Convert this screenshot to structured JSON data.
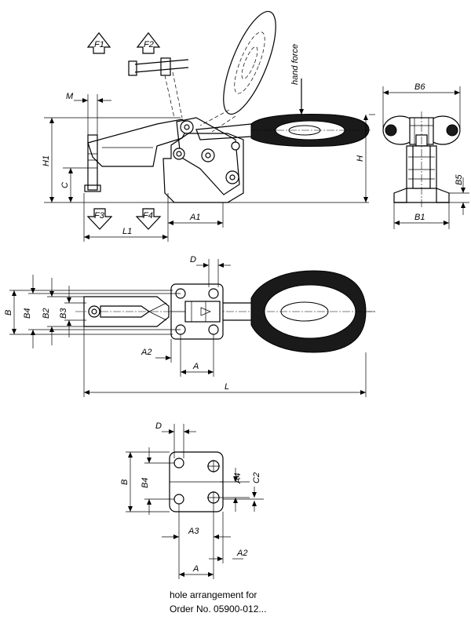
{
  "labels": {
    "f1": "F1",
    "f2": "F2",
    "f3": "F3",
    "f4": "F4",
    "m": "M",
    "h1": "H1",
    "c": "C",
    "l1": "L1",
    "a1": "A1",
    "h": "H",
    "hand_force": "hand force",
    "b6": "B6",
    "b5": "B5",
    "b1": "B1",
    "d": "D",
    "b": "B",
    "b4": "B4",
    "b2": "B2",
    "b3": "B3",
    "a2": "A2",
    "a": "A",
    "l": "L",
    "a4": "A4",
    "c2": "C2",
    "a3": "A3"
  },
  "caption": {
    "line1": "hole arrangement for",
    "line2": "Order No. 05900-012..."
  }
}
